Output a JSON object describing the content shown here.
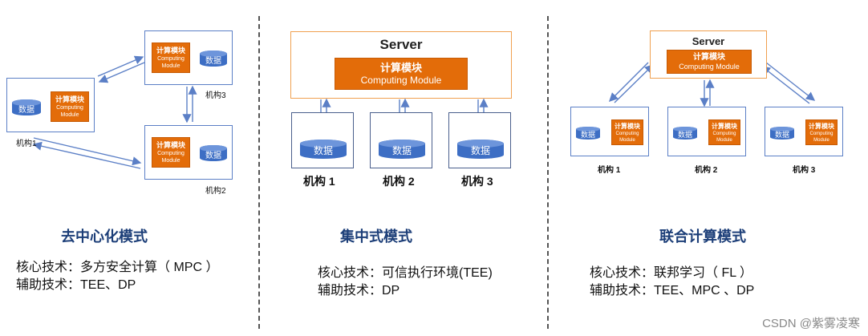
{
  "labels": {
    "data": "数据",
    "module_cn": "计算模块",
    "module_en_1": "Computing",
    "module_en_2": "Module",
    "module_en_full": "Computing Module",
    "server": "Server"
  },
  "left": {
    "inst1": "机构1",
    "inst2": "机构2",
    "inst3": "机构3",
    "title": "去中心化模式",
    "core": "核心技术：多方安全计算（ MPC ）",
    "aux": "辅助技术：TEE、DP"
  },
  "middle": {
    "inst1": "机构 1",
    "inst2": "机构 2",
    "inst3": "机构 3",
    "title": "集中式模式",
    "core": "核心技术：可信执行环境(TEE)",
    "aux": "辅助技术：DP"
  },
  "right": {
    "inst1": "机构 1",
    "inst2": "机构 2",
    "inst3": "机构 3",
    "title": "联合计算模式",
    "core": "核心技术：联邦学习（ FL ）",
    "aux": "辅助技术：TEE、MPC 、DP"
  },
  "watermark": "CSDN @紫雾凌寒",
  "colors": {
    "module": "#e36c09",
    "database": "#3d6ec4",
    "box_border": "#5b7fc6",
    "server_border": "#f0a050",
    "title": "#1c3e78"
  }
}
